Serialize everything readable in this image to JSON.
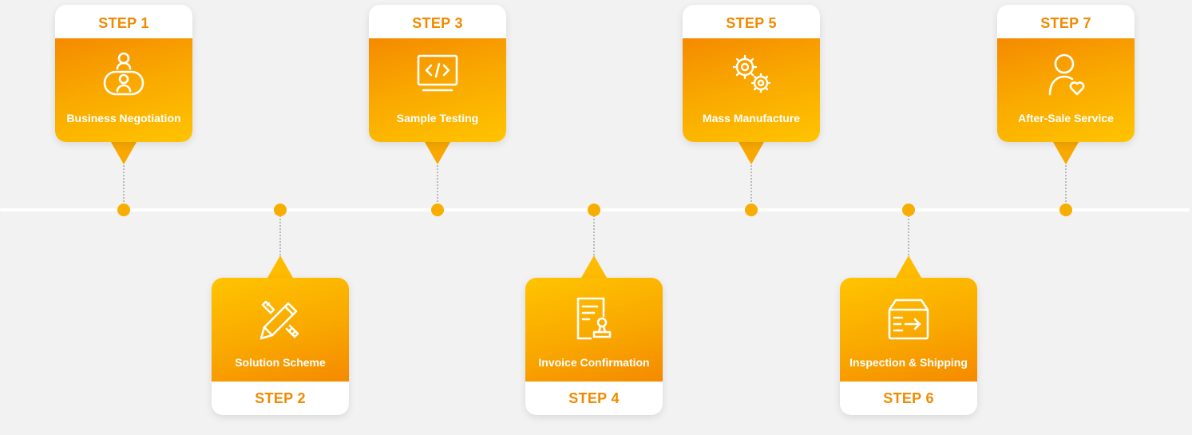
{
  "steps": [
    {
      "label": "STEP 1",
      "title": "Business Negotiation",
      "icon": "meeting-users-icon"
    },
    {
      "label": "STEP 2",
      "title": "Solution Scheme",
      "icon": "pencil-ruler-icon"
    },
    {
      "label": "STEP 3",
      "title": "Sample Testing",
      "icon": "code-monitor-icon"
    },
    {
      "label": "STEP 4",
      "title": "Invoice Confirmation",
      "icon": "document-stamp-icon"
    },
    {
      "label": "STEP 5",
      "title": "Mass Manufacture",
      "icon": "gears-icon"
    },
    {
      "label": "STEP 6",
      "title": "Inspection & Shipping",
      "icon": "box-shipping-icon"
    },
    {
      "label": "STEP 7",
      "title": "After-Sale Service",
      "icon": "user-heart-icon"
    }
  ],
  "colors": {
    "accent": "#f08a00",
    "gradient_start": "#f58a00",
    "gradient_end": "#ffc400",
    "dot": "#f7ae00",
    "background": "#f2f2f2"
  }
}
